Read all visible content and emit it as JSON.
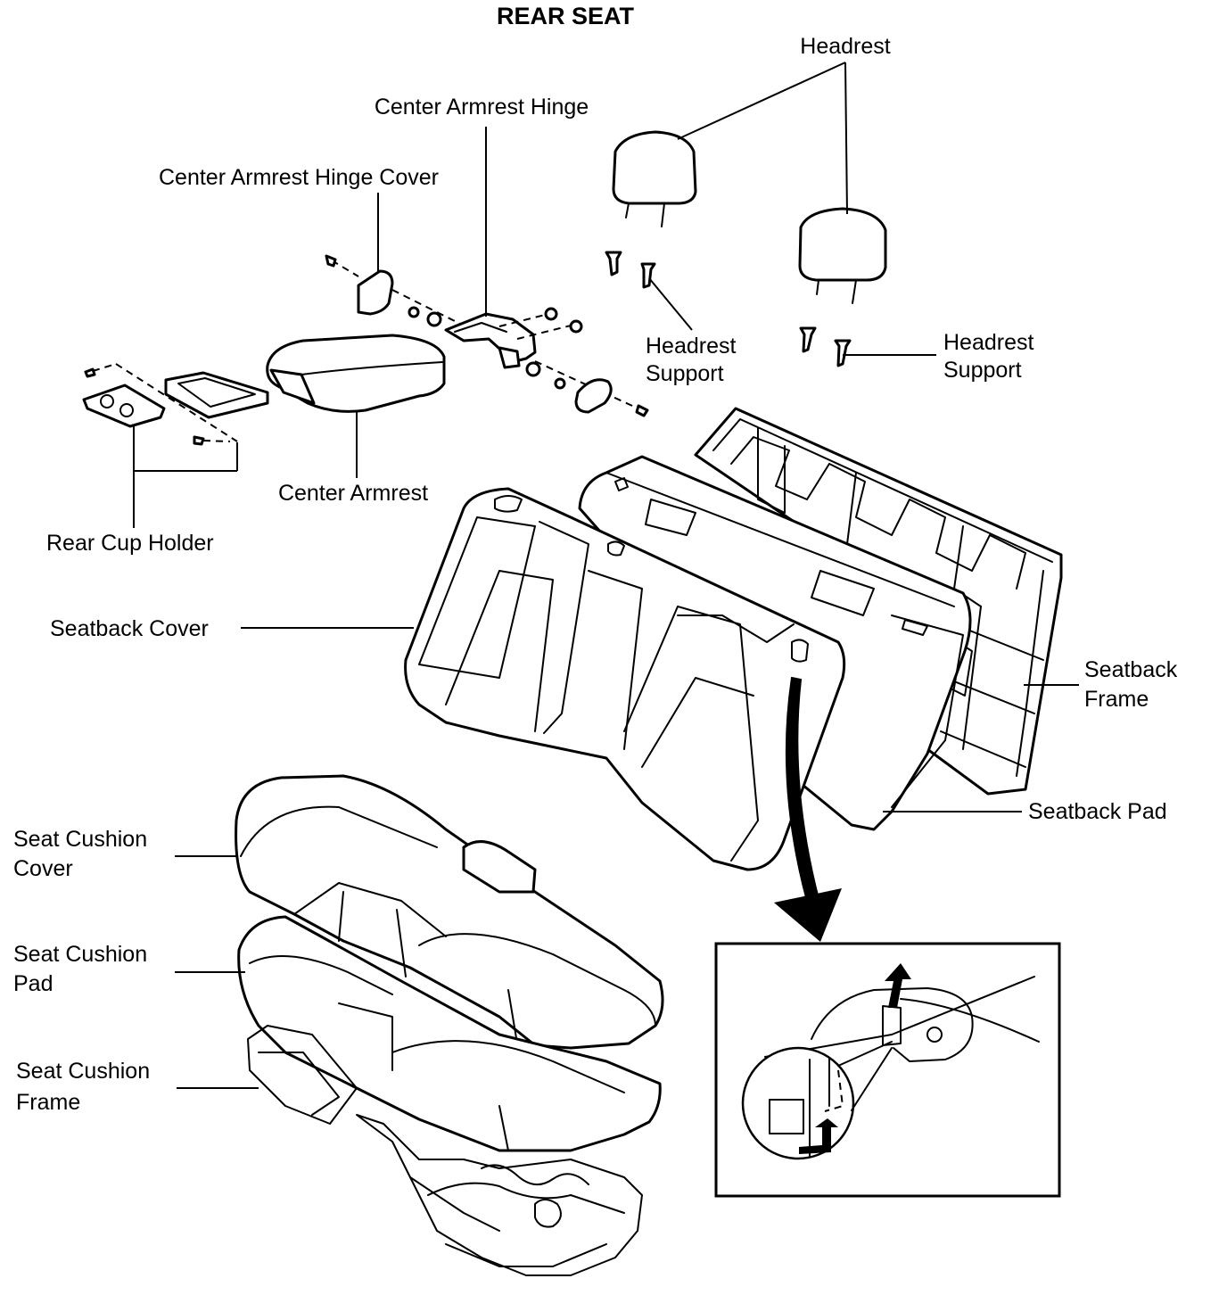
{
  "title": "REAR SEAT",
  "labels": {
    "headrest": "Headrest",
    "center_armrest_hinge": "Center Armrest Hinge",
    "center_armrest_hinge_cover": "Center Armrest Hinge Cover",
    "headrest_support_left": [
      "Headrest",
      "Support"
    ],
    "headrest_support_right": [
      "Headrest",
      "Support"
    ],
    "center_armrest": "Center Armrest",
    "rear_cup_holder": "Rear Cup Holder",
    "seatback_cover": "Seatback Cover",
    "seatback_frame": [
      "Seatback",
      "Frame"
    ],
    "seatback_pad": "Seatback Pad",
    "seat_cushion_cover": [
      "Seat Cushion",
      "Cover"
    ],
    "seat_cushion_pad": [
      "Seat Cushion",
      "Pad"
    ],
    "seat_cushion_frame": [
      "Seat Cushion",
      "Frame"
    ]
  }
}
